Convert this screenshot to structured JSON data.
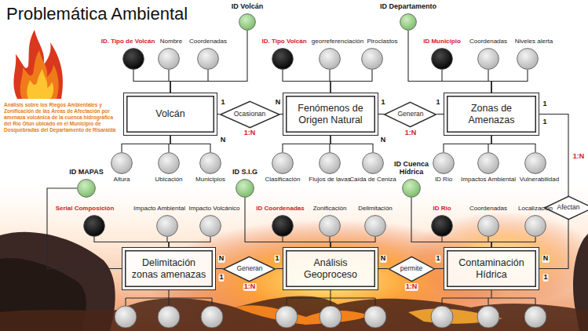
{
  "diagram": {
    "title": "Problemática Ambiental",
    "nodes": [
      {
        "text": [
          "ID. Tipo de Volcán"
        ]
      },
      {
        "text": [
          "Nombre"
        ]
      },
      {
        "text": [
          "Coordenadas"
        ]
      },
      {
        "text": [
          "ID Volcán"
        ]
      },
      {
        "text": [
          "ID. Tipo Volcán"
        ]
      },
      {
        "text": [
          "georreferenciación"
        ]
      },
      {
        "text": [
          "Piroclastos"
        ]
      },
      {
        "text": [
          "ID Departamento"
        ]
      },
      {
        "text": [
          "ID Municipio"
        ]
      },
      {
        "text": [
          "Coordenadas"
        ]
      },
      {
        "text": [
          "Niveles alerta"
        ]
      },
      {
        "text": [
          "Volcán"
        ]
      },
      {
        "text": [
          "Ocasionan"
        ]
      },
      {
        "text": [
          "Fenómenos de Origen Natural"
        ]
      },
      {
        "text": [
          "Generan"
        ]
      },
      {
        "text": [
          "Zonas de Amenazas"
        ]
      },
      {
        "text": [
          "ID MAPAS"
        ]
      },
      {
        "text": [
          "Altura"
        ]
      },
      {
        "text": [
          "Ubicación"
        ]
      },
      {
        "text": [
          "Municipios"
        ]
      },
      {
        "text": [
          "ID S.I.G"
        ]
      },
      {
        "text": [
          "Clasificación"
        ]
      },
      {
        "text": [
          "Flujos de lavas"
        ]
      },
      {
        "text": [
          "Caída de Ceniza"
        ]
      },
      {
        "text": [
          "ID Cuenca Hídrica"
        ]
      },
      {
        "text": [
          "ID Rio"
        ]
      },
      {
        "text": [
          "Impactos Ambiental"
        ]
      },
      {
        "text": [
          "Vulnerabilidad"
        ]
      },
      {
        "text": [
          "Afectan"
        ]
      },
      {
        "text": [
          "Serial Composición"
        ]
      },
      {
        "text": [
          "Impacto Ambiental"
        ]
      },
      {
        "text": [
          "Impacto Volcánico"
        ]
      },
      {
        "text": [
          "ID Coordenadas"
        ]
      },
      {
        "text": [
          "Zonificación"
        ]
      },
      {
        "text": [
          "Delimitación"
        ]
      },
      {
        "text": [
          "ID Rio"
        ]
      },
      {
        "text": [
          "Coordenadas"
        ]
      },
      {
        "text": [
          "Localización"
        ]
      },
      {
        "text": [
          "Delimitación zonas amenazas"
        ]
      },
      {
        "text": [
          "Generan"
        ]
      },
      {
        "text": [
          "Análisis Geoproceso"
        ]
      },
      {
        "text": [
          "permite"
        ]
      },
      {
        "text": [
          "Contaminación Hídrica"
        ]
      }
    ],
    "edges": [
      {
        "from": 11,
        "to": 12,
        "arrow": "none"
      },
      {
        "from": 12,
        "to": 13,
        "arrow": "none"
      },
      {
        "from": 13,
        "to": 14,
        "arrow": "none"
      },
      {
        "from": 14,
        "to": 15,
        "arrow": "none"
      },
      {
        "from": 15,
        "to": 28,
        "arrow": "none"
      },
      {
        "from": 28,
        "to": 42,
        "arrow": "none"
      },
      {
        "from": 38,
        "to": 39,
        "arrow": "none"
      },
      {
        "from": 39,
        "to": 40,
        "arrow": "none"
      },
      {
        "from": 40,
        "to": 41,
        "arrow": "none"
      },
      {
        "from": 41,
        "to": 42,
        "arrow": "none"
      },
      {
        "from": 11,
        "to": 0,
        "arrow": "none"
      },
      {
        "from": 11,
        "to": 1,
        "arrow": "none"
      },
      {
        "from": 11,
        "to": 2,
        "arrow": "none"
      },
      {
        "from": 13,
        "to": 4,
        "arrow": "none"
      },
      {
        "from": 13,
        "to": 5,
        "arrow": "none"
      },
      {
        "from": 13,
        "to": 6,
        "arrow": "none"
      },
      {
        "from": 15,
        "to": 8,
        "arrow": "none"
      },
      {
        "from": 15,
        "to": 9,
        "arrow": "none"
      },
      {
        "from": 15,
        "to": 10,
        "arrow": "none"
      },
      {
        "from": 11,
        "to": 17,
        "arrow": "none"
      },
      {
        "from": 11,
        "to": 18,
        "arrow": "none"
      },
      {
        "from": 11,
        "to": 19,
        "arrow": "none"
      },
      {
        "from": 13,
        "to": 21,
        "arrow": "none"
      },
      {
        "from": 13,
        "to": 22,
        "arrow": "none"
      },
      {
        "from": 13,
        "to": 23,
        "arrow": "none"
      },
      {
        "from": 15,
        "to": 25,
        "arrow": "none"
      },
      {
        "from": 15,
        "to": 26,
        "arrow": "none"
      },
      {
        "from": 15,
        "to": 27,
        "arrow": "none"
      },
      {
        "from": 38,
        "to": 29,
        "arrow": "none"
      },
      {
        "from": 38,
        "to": 30,
        "arrow": "none"
      },
      {
        "from": 38,
        "to": 31,
        "arrow": "none"
      },
      {
        "from": 40,
        "to": 32,
        "arrow": "none"
      },
      {
        "from": 40,
        "to": 33,
        "arrow": "none"
      },
      {
        "from": 40,
        "to": 34,
        "arrow": "none"
      },
      {
        "from": 42,
        "to": 35,
        "arrow": "none"
      },
      {
        "from": 42,
        "to": 36,
        "arrow": "none"
      },
      {
        "from": 42,
        "to": 37,
        "arrow": "none"
      },
      {
        "from": 3,
        "to": 11,
        "arrow": "none"
      },
      {
        "from": 7,
        "to": 15,
        "arrow": "none"
      },
      {
        "from": 16,
        "to": 38,
        "arrow": "none"
      },
      {
        "from": 20,
        "to": 40,
        "arrow": "none"
      },
      {
        "from": 24,
        "to": 42,
        "arrow": "none"
      }
    ],
    "labels": [
      "Análisis sobre los Riegos Ambientales y Zonificación de las Áreas de Afectación por amenaza volcánica de la cuenca hidrográfica del Río Otún ubicado en el Municipio de Dosquebradas del Departamento de Risaralda",
      "1",
      "N",
      "1:N",
      "N",
      "1",
      "1",
      "1:N",
      "N",
      "1",
      "1",
      "1:N",
      "N",
      "1",
      "1:N",
      "1",
      "N",
      "1",
      "1:N",
      "N",
      "1"
    ]
  }
}
